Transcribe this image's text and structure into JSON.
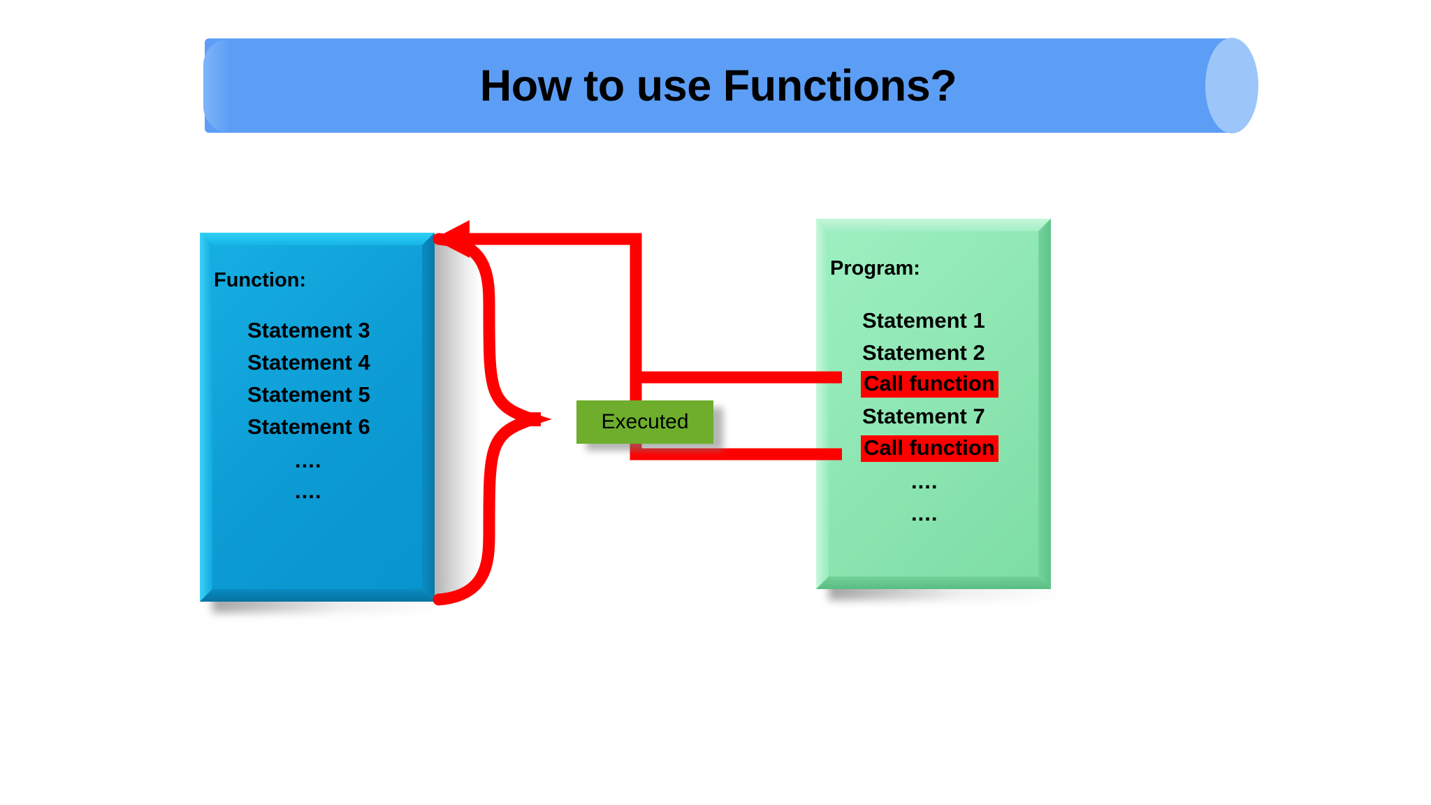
{
  "slide": {
    "title": "How to use Functions?",
    "background_color": "#FFFFFF"
  },
  "banner": {
    "title": "How to use Functions?",
    "fill_color": "#5C9EF6",
    "cap_color": "#9CC6FA"
  },
  "function_box": {
    "heading": "Function:",
    "fill_color": "#0D9BD4",
    "lines": [
      "Statement 3",
      "Statement 4",
      "Statement 5",
      "Statement 6"
    ],
    "ellipsis": [
      "....",
      "...."
    ]
  },
  "program_box": {
    "heading": "Program:",
    "fill_color": "#8DE6B2",
    "lines": [
      {
        "text": "Statement 1",
        "highlight": false
      },
      {
        "text": "Statement 2",
        "highlight": false
      },
      {
        "text": "Call function",
        "highlight": true
      },
      {
        "text": "Statement 7",
        "highlight": false
      },
      {
        "text": "Call function",
        "highlight": true
      }
    ],
    "highlight_color": "#FF0000",
    "ellipsis": [
      "....",
      "...."
    ]
  },
  "executed_tag": {
    "label": "Executed",
    "fill_color": "#6EAE2C"
  },
  "flow": {
    "arrow_color": "#FF0000",
    "return_arrow_name": "return-to-function-arrow",
    "brace_name": "function-body-brace",
    "call_wire_top_name": "call-wire-top",
    "call_wire_bottom_name": "call-wire-bottom"
  }
}
